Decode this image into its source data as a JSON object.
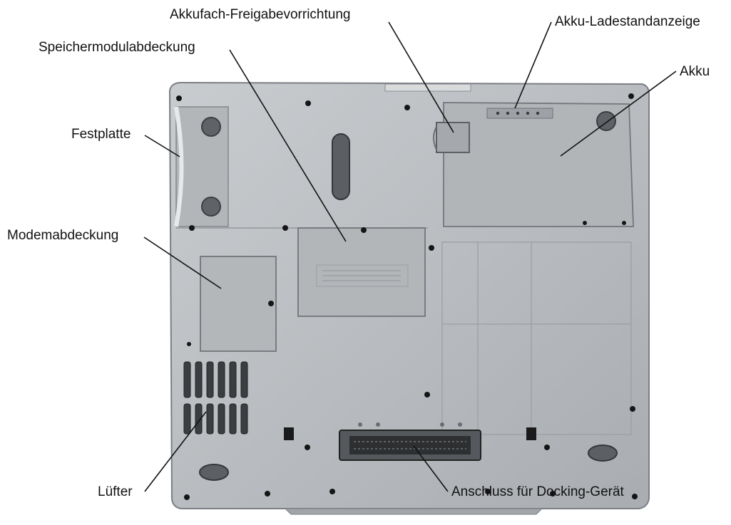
{
  "figure": {
    "callouts": {
      "battery_release": "Akkufach-Freigabevorrichtung",
      "charge_gauge": "Akku-Ladestandanzeige",
      "memory_cover": "Speichermodulabdeckung",
      "battery": "Akku",
      "hard_drive": "Festplatte",
      "modem_cover": "Modemabdeckung",
      "fan": "Lüfter",
      "docking_connector": "Anschluss für Docking-Gerät"
    },
    "colors": {
      "case": "#b9bcbf",
      "panel": "#aeb1b4",
      "outline": "#6f7377",
      "screw": "#151515",
      "text": "#111111"
    }
  }
}
